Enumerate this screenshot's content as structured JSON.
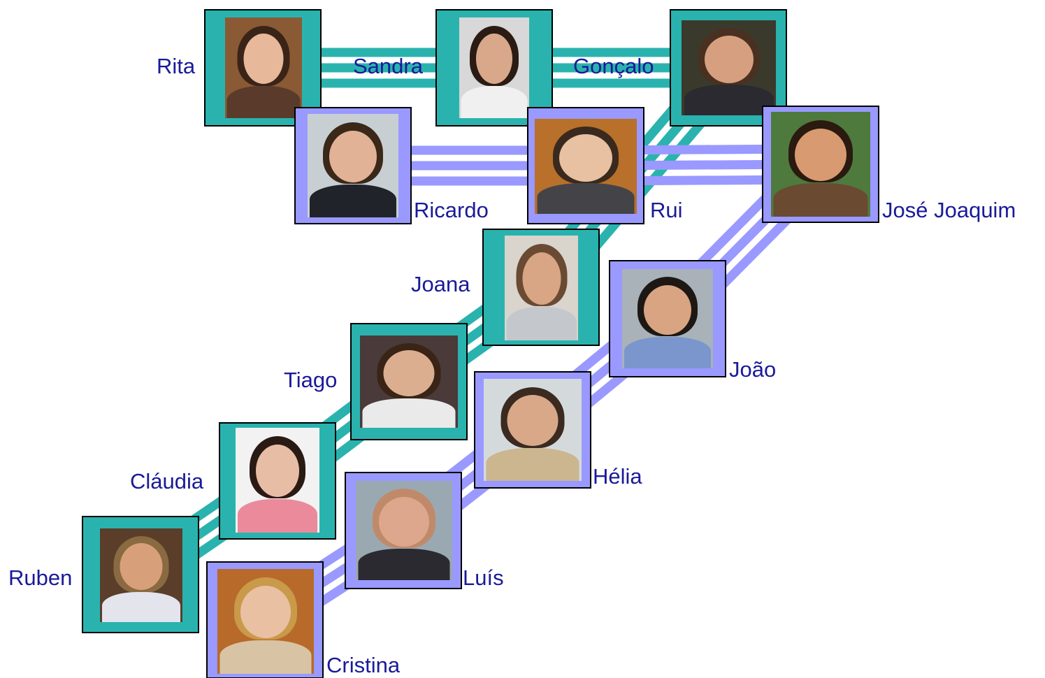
{
  "people": [
    {
      "id": "rita",
      "name": "Rita",
      "group": "teal",
      "bg": "#8a5a35",
      "skin": "#e8b89a",
      "hair": "#3a2418",
      "shirt": "#5a3a2a"
    },
    {
      "id": "sandra",
      "name": "Sandra",
      "group": "teal",
      "bg": "#d8d8d8",
      "skin": "#d9a88a",
      "hair": "#2a1c14",
      "shirt": "#f0f0f0"
    },
    {
      "id": "goncalo",
      "name": "Gonçalo",
      "group": "teal",
      "bg": "#3a3a2c",
      "skin": "#d6a080",
      "hair": "#4a3020",
      "shirt": "#2a2a30"
    },
    {
      "id": "ricardo",
      "name": "Ricardo",
      "group": "lavender",
      "bg": "#c8cfd2",
      "skin": "#e2b296",
      "hair": "#3a2818",
      "shirt": "#20232a"
    },
    {
      "id": "rui",
      "name": "Rui",
      "group": "lavender",
      "bg": "#b8702a",
      "skin": "#e8c0a2",
      "hair": "#3a2a1e",
      "shirt": "#444448"
    },
    {
      "id": "jose-joaquim",
      "name": "José Joaquim",
      "group": "lavender",
      "bg": "#4e7a3e",
      "skin": "#d89a70",
      "hair": "#2a1a10",
      "shirt": "#6a4a30"
    },
    {
      "id": "joana",
      "name": "Joana",
      "group": "teal",
      "bg": "#d9d4cc",
      "skin": "#d8a585",
      "hair": "#6a4a32",
      "shirt": "#c4c8cc"
    },
    {
      "id": "joao",
      "name": "João",
      "group": "lavender",
      "bg": "#a8b2b8",
      "skin": "#d8a482",
      "hair": "#1e1814",
      "shirt": "#7a96cc"
    },
    {
      "id": "tiago",
      "name": "Tiago",
      "group": "teal",
      "bg": "#4a3a3a",
      "skin": "#dcae90",
      "hair": "#3a2416",
      "shirt": "#eaeaea"
    },
    {
      "id": "helia",
      "name": "Hélia",
      "group": "lavender",
      "bg": "#d4dadc",
      "skin": "#d8a888",
      "hair": "#3a2a20",
      "shirt": "#cbb690"
    },
    {
      "id": "claudia",
      "name": "Cláudia",
      "group": "teal",
      "bg": "#f2f2f2",
      "skin": "#e8bda6",
      "hair": "#2a1a14",
      "shirt": "#ea8a9a"
    },
    {
      "id": "luis",
      "name": "Luís",
      "group": "lavender",
      "bg": "#9aa8b2",
      "skin": "#dca78c",
      "hair": "#c08a6a",
      "shirt": "#2a2a30"
    },
    {
      "id": "ruben",
      "name": "Ruben",
      "group": "teal",
      "bg": "#5a3e2a",
      "skin": "#d8a07a",
      "hair": "#8a6a40",
      "shirt": "#e4e4ec"
    },
    {
      "id": "cristina",
      "name": "Cristina",
      "group": "lavender",
      "bg": "#b86a2a",
      "skin": "#eac0a2",
      "hair": "#c89a4a",
      "shirt": "#d8c4a4"
    }
  ],
  "links": [
    {
      "from": "rita",
      "to": "sandra",
      "group": "teal"
    },
    {
      "from": "sandra",
      "to": "goncalo",
      "group": "teal"
    },
    {
      "from": "goncalo",
      "to": "joana",
      "group": "teal"
    },
    {
      "from": "joana",
      "to": "tiago",
      "group": "teal"
    },
    {
      "from": "tiago",
      "to": "claudia",
      "group": "teal"
    },
    {
      "from": "claudia",
      "to": "ruben",
      "group": "teal"
    },
    {
      "from": "ricardo",
      "to": "rui",
      "group": "lavender"
    },
    {
      "from": "rui",
      "to": "jose-joaquim",
      "group": "lavender"
    },
    {
      "from": "jose-joaquim",
      "to": "joao",
      "group": "lavender"
    },
    {
      "from": "joao",
      "to": "helia",
      "group": "lavender"
    },
    {
      "from": "helia",
      "to": "luis",
      "group": "lavender"
    },
    {
      "from": "luis",
      "to": "cristina",
      "group": "lavender"
    }
  ],
  "colors": {
    "teal": "#2ab3ae",
    "lavender": "#9999ff",
    "label": "#1a1a99",
    "frame_border": "#000000"
  }
}
